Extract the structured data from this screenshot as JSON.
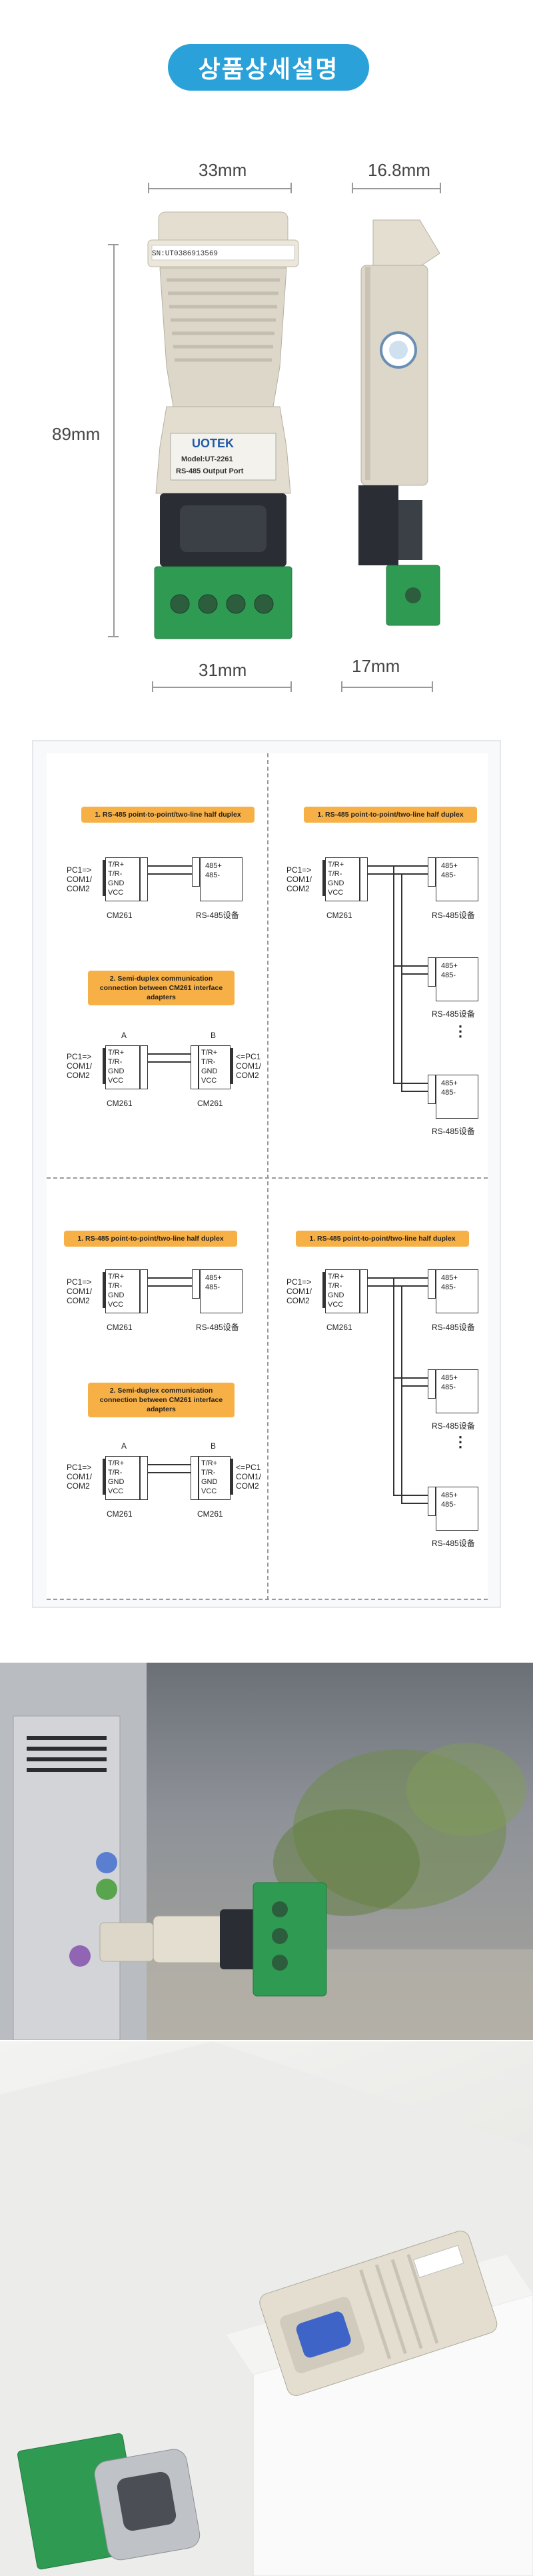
{
  "header": {
    "title": "상품상세설명"
  },
  "dimensions": {
    "top_width": "33mm",
    "side_depth": "16.8mm",
    "height": "89mm",
    "bottom_width": "31mm",
    "bottom_side": "17mm"
  },
  "product": {
    "brand": "UOTEK",
    "model": "Model:UT-2261",
    "port": "RS-485 Output Port",
    "serial": "SN:UT0386913569"
  },
  "diagrams": {
    "labels": {
      "p2p": "1. RS-485 point-to-point/two-line half duplex",
      "semi": "2. Semi-duplex communication connection between CM261 interface adapters"
    },
    "pc": [
      "PC1=>",
      "COM1/",
      "COM2"
    ],
    "pc_right": [
      "<=PC1",
      "COM1/",
      "COM2"
    ],
    "pins": [
      "T/R+",
      "T/R-",
      "GND",
      "VCC"
    ],
    "rs485_pins": [
      "485+",
      "485-"
    ],
    "cm261": "CM261",
    "device": "RS-485设备",
    "a": "A",
    "b": "B",
    "dots": "⋮"
  },
  "colors": {
    "accent": "#2aa1d8",
    "label": "#f7b046"
  }
}
